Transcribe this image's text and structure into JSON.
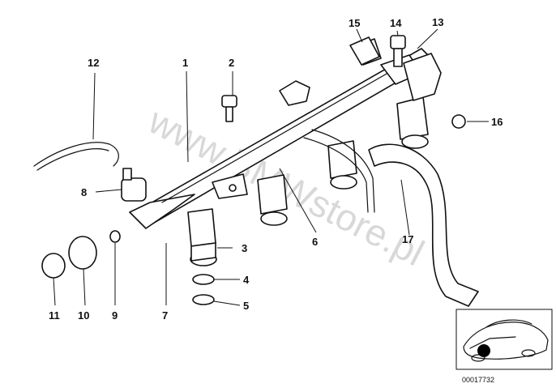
{
  "watermark": "www.BMWstore.pl",
  "reference_number": "00017732",
  "callouts": [
    {
      "id": "1",
      "label": "1"
    },
    {
      "id": "2",
      "label": "2"
    },
    {
      "id": "3",
      "label": "3"
    },
    {
      "id": "4",
      "label": "4"
    },
    {
      "id": "5",
      "label": "5"
    },
    {
      "id": "6",
      "label": "6"
    },
    {
      "id": "7",
      "label": "7"
    },
    {
      "id": "8",
      "label": "8"
    },
    {
      "id": "9",
      "label": "9"
    },
    {
      "id": "10",
      "label": "10"
    },
    {
      "id": "11",
      "label": "11"
    },
    {
      "id": "12",
      "label": "12"
    },
    {
      "id": "13",
      "label": "13"
    },
    {
      "id": "14",
      "label": "14"
    },
    {
      "id": "15",
      "label": "15"
    },
    {
      "id": "16",
      "label": "16"
    },
    {
      "id": "17",
      "label": "17"
    }
  ]
}
